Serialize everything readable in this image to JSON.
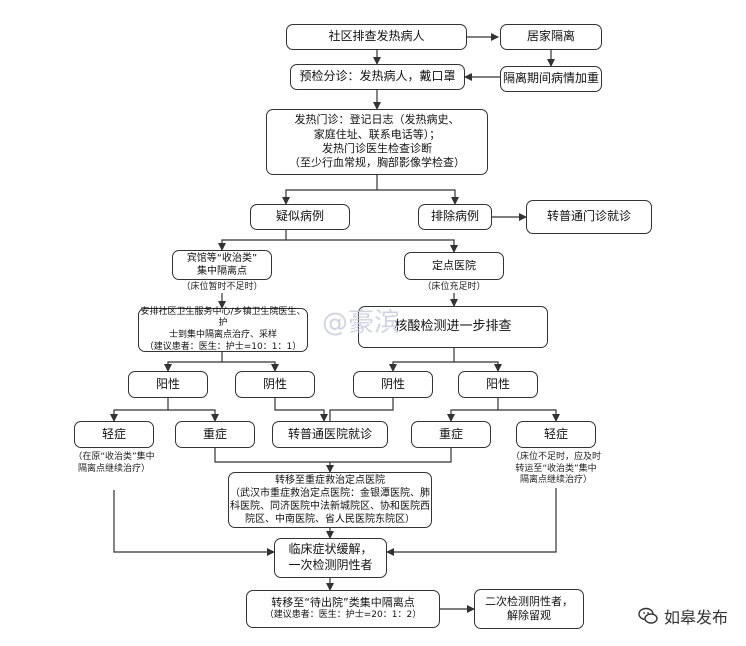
{
  "nodes": {
    "community_screening": "社区排查发热病人",
    "home_quarantine": "居家隔离",
    "quarantine_worsen": "隔离期间病情加重",
    "triage": "预检分诊：发热病人，戴口罩",
    "fever_clinic": [
      "发热门诊：登记日志（发热病史、",
      "家庭住址、联系电话等）；",
      "发热门诊医生检查诊断",
      "（至少行血常规，胸部影像学检查）"
    ],
    "suspected": "疑似病例",
    "excluded": "排除病例",
    "general_clinic": "转普通门诊就诊",
    "hotel_center": [
      "宾馆等“收治类”",
      "集中隔离点"
    ],
    "designated_hospital": "定点医院",
    "community_doctor": [
      "安排社区卫生服务中心/乡镇卫生院医生、护",
      "士到集中隔离点治疗、采样",
      "（建议患者：医生：护士=10：1：1）"
    ],
    "nucleic_test": "核酸检测进一步排查",
    "left_positive": "阳性",
    "left_negative": "阴性",
    "right_negative": "阴性",
    "right_positive": "阳性",
    "mild_left": "轻症",
    "severe_left": "重症",
    "general_hospital": "转普通医院就诊",
    "severe_right": "重症",
    "mild_right": "轻症",
    "severe_transfer": [
      "转移至重症救治定点医院",
      "（武汉市重症救治定点医院：金银潭医院、肺",
      "科医院、同济医院中法新城院区、协和医院西",
      "院区、中南医院、省人民医院东院区）"
    ],
    "recovery": [
      "临床症状缓解，",
      "一次检测阴性者"
    ],
    "discharge_center": "转移至“待出院”类集中隔离点",
    "discharge_center_note": "（建议患者：医生：护士=20：1：2）",
    "release": [
      "二次检测阴性者，",
      "解除留观"
    ]
  },
  "notes": {
    "bed_shortage": "（床位暂时不足时）",
    "bed_enough": "（床位充足时）",
    "mild_left_note": [
      "（在原“收治类”集中",
      "隔离点继续治疗）"
    ],
    "mild_right_note": [
      "（床位不足时，应及时",
      "转运至“收治类”集中",
      "隔离点继续治疗）"
    ]
  },
  "watermark": "@豪滨",
  "brand": {
    "label": "如皋发布",
    "icon": "wechat-icon"
  },
  "colors": {
    "stroke": "#333333",
    "watermark": "#c9cbe0"
  }
}
